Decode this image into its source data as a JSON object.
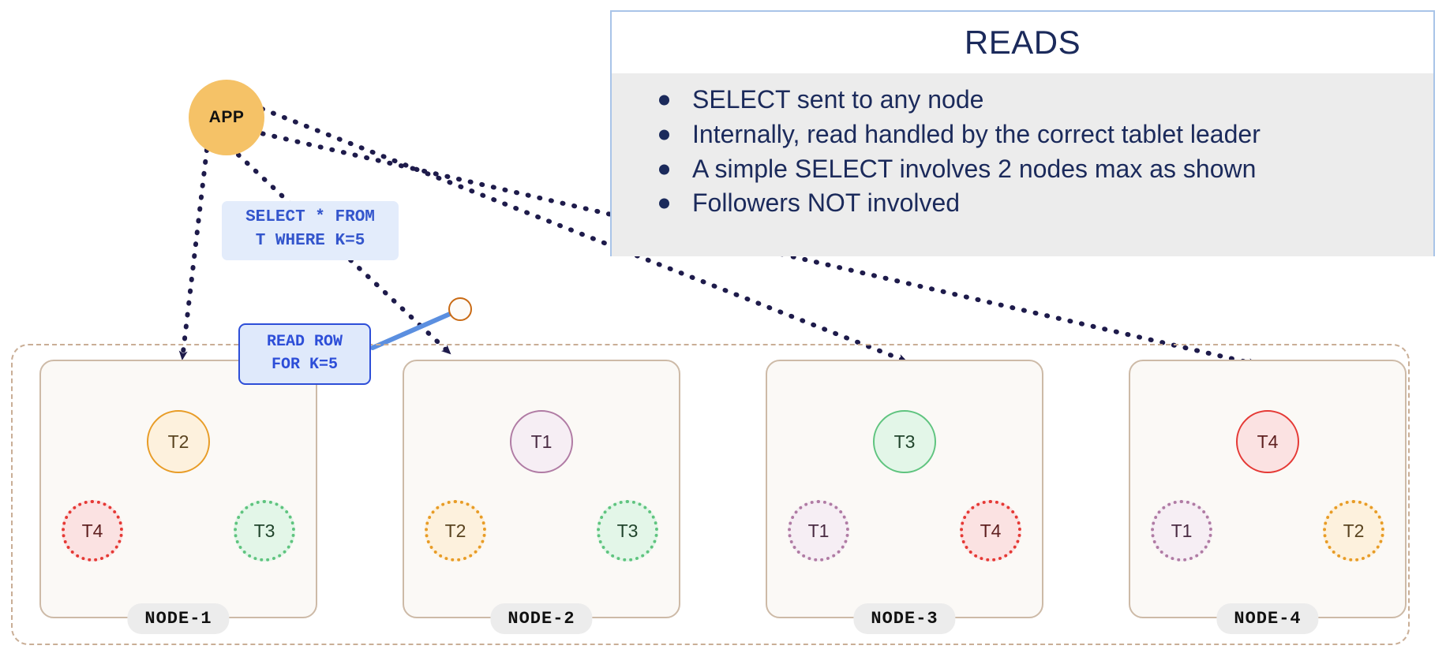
{
  "app": {
    "label": "APP"
  },
  "reads_panel": {
    "title": "READS",
    "bullets": [
      "SELECT sent to any node",
      "Internally, read handled by the correct tablet leader",
      "A simple SELECT involves 2 nodes max as shown",
      "Followers NOT involved"
    ]
  },
  "sql_callout": {
    "line1": "SELECT * FROM",
    "line2": "T WHERE K=5"
  },
  "read_callout": {
    "line1": "READ ROW",
    "line2": "FOR K=5"
  },
  "nodes": [
    {
      "name": "NODE-1",
      "leader": {
        "label": "T2",
        "color": "orange"
      },
      "followers": [
        {
          "label": "T4",
          "color": "red"
        },
        {
          "label": "T3",
          "color": "green"
        }
      ]
    },
    {
      "name": "NODE-2",
      "leader": {
        "label": "T1",
        "color": "purple"
      },
      "followers": [
        {
          "label": "T2",
          "color": "orange"
        },
        {
          "label": "T3",
          "color": "green"
        }
      ]
    },
    {
      "name": "NODE-3",
      "leader": {
        "label": "T3",
        "color": "green"
      },
      "followers": [
        {
          "label": "T1",
          "color": "purple"
        },
        {
          "label": "T4",
          "color": "red"
        }
      ]
    },
    {
      "name": "NODE-4",
      "leader": {
        "label": "T4",
        "color": "red"
      },
      "followers": [
        {
          "label": "T1",
          "color": "purple"
        },
        {
          "label": "T2",
          "color": "orange"
        }
      ]
    }
  ],
  "colors": {
    "app_fill": "#f5c267",
    "panel_border": "#a9c4e8",
    "panel_body": "#ececec",
    "title_text": "#1b2a5b",
    "sql_text": "#3355cc",
    "sql_fill": "#e3ecfb",
    "read_border": "#2d4ed8",
    "arrow": "#1e1b4b",
    "link_blue": "#5b8fe0",
    "node_border": "#cdbaa7",
    "cluster_border": "#c9ae96",
    "leader_orange": "#e89c26",
    "leader_purple": "#b07ba4",
    "leader_green": "#5fc47f",
    "leader_red": "#e53935"
  }
}
